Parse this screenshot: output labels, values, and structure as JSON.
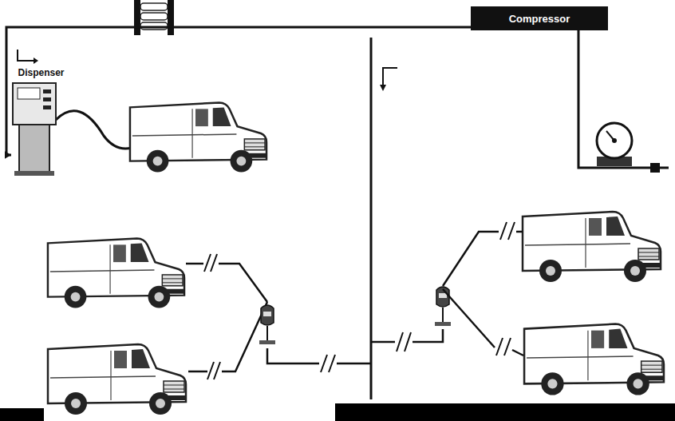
{
  "diagram": {
    "nodes": [
      {
        "text": [
          "Compressor"
        ]
      },
      {
        "text": [
          "Dispenser"
        ]
      }
    ],
    "edges": [
      {
        "from": 0,
        "to": 1,
        "arrow": "to"
      }
    ]
  }
}
